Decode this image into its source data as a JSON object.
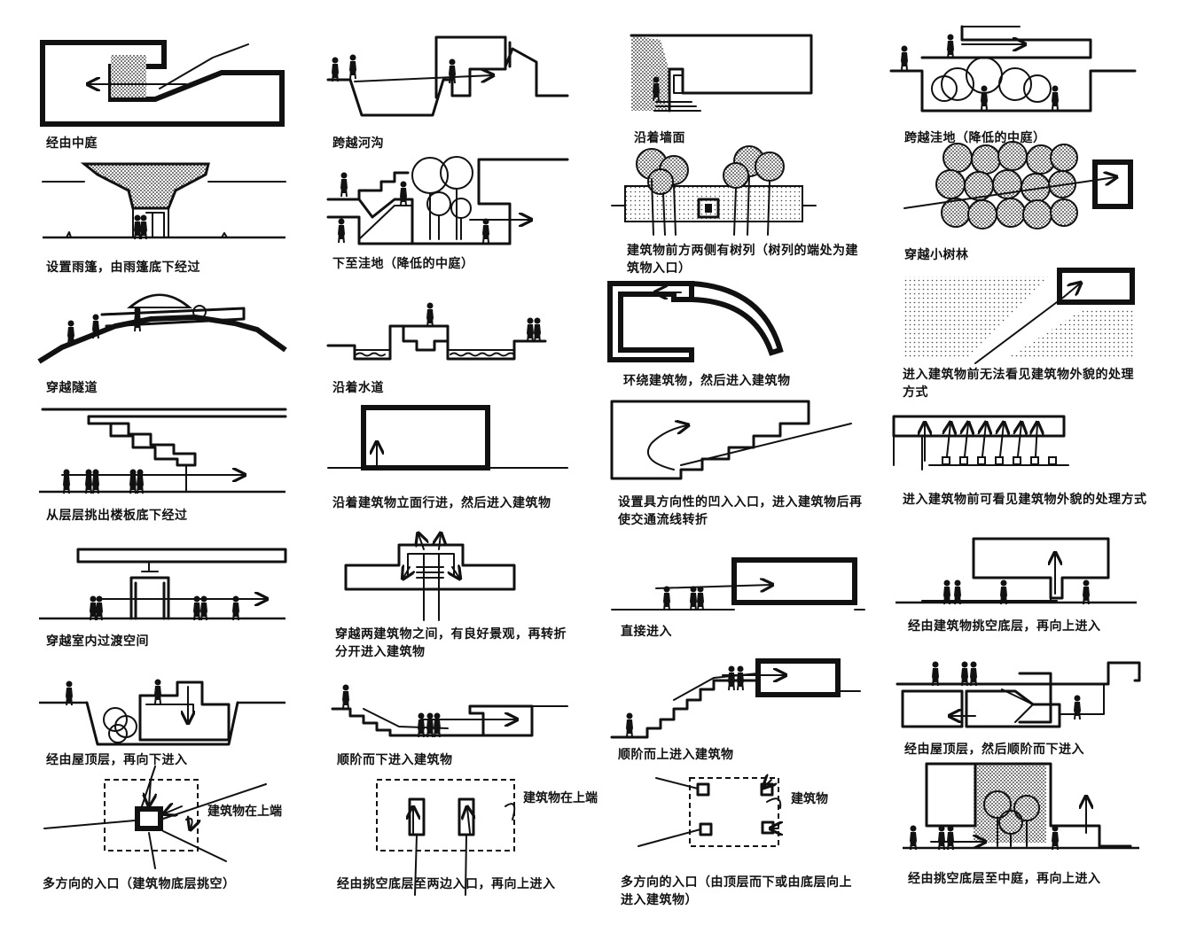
{
  "captions": [
    "经由中庭",
    "跨越河沟",
    "沿着墙面",
    "跨越洼地（降低的中庭）",
    "设置雨篷，由雨篷底下经过",
    "下至洼地（降低的中庭）",
    "建筑物前方两侧有树列（树列的端处为建筑物入口）",
    "穿越小树林",
    "穿越隧道",
    "沿着水道",
    "环绕建筑物，然后进入建筑物",
    "进入建筑物前无法看见建筑物外貌的处理方式",
    "从层层挑出楼板底下经过",
    "沿着建筑物立面行进，然后进入建筑物",
    "设置具方向性的凹入入口，进入建筑物后再使交通流线转折",
    "进入建筑物前可看见建筑物外貌的处理方式",
    "穿越室内过渡空间",
    "穿越两建筑物之间，有良好景观，再转折分开进入建筑物",
    "直接进入",
    "经由建筑物挑空底层，再向上进入",
    "经由屋顶层，再向下进入",
    "顺阶而下进入建筑物",
    "顺阶而上进入建筑物",
    "经由屋顶层，然后顺阶而下进入",
    "多方向的入口（建筑物底层挑空）",
    "经由挑空底层至两边入口，再向上进入",
    "多方向的入口（由顶层而下或由底层向上进入建筑物）",
    "经由挑空底层至中庭，再向上进入"
  ],
  "labels": {
    "building_above_1": "建筑物在上端",
    "building_above_2": "建筑物在上端",
    "building": "建筑物"
  }
}
